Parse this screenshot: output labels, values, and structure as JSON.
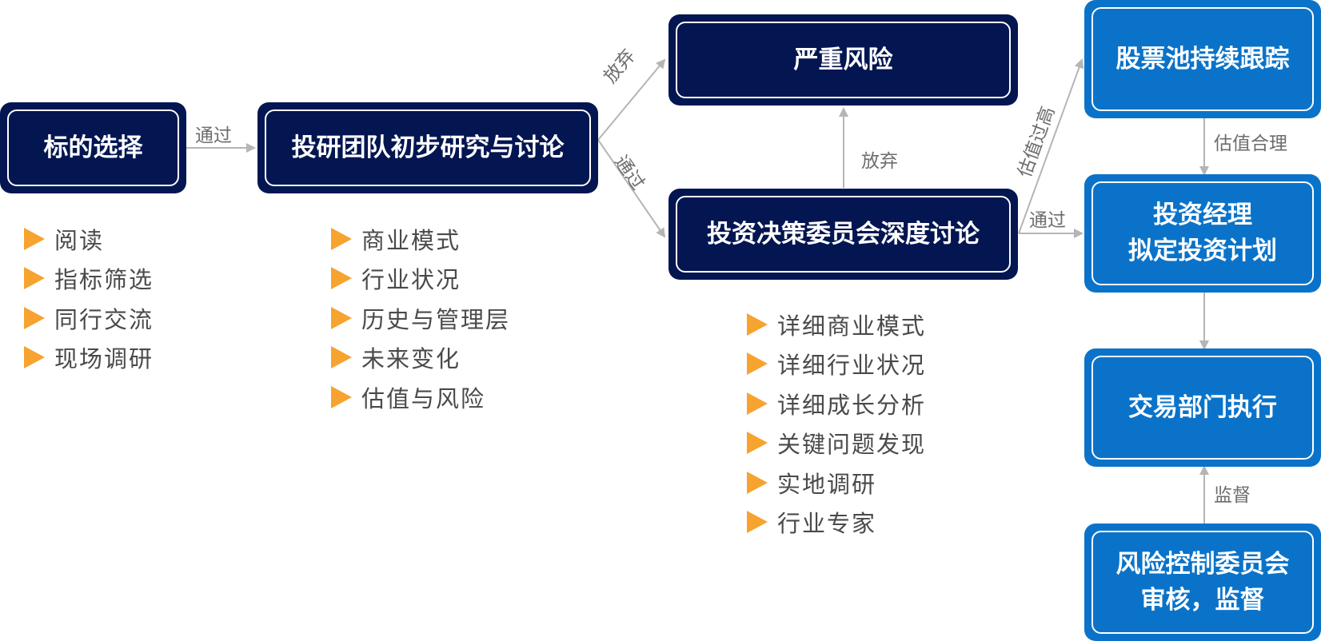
{
  "boxes": {
    "target_selection": "标的选择",
    "preliminary_research": "投研团队初步研究与讨论",
    "severe_risk": "严重风险",
    "committee_discussion": "投资决策委员会深度讨论",
    "pool_tracking": "股票池持续跟踪",
    "manager_plan_line1": "投资经理",
    "manager_plan_line2": "拟定投资计划",
    "trading_execution": "交易部门执行",
    "risk_committee_line1": "风险控制委员会",
    "risk_committee_line2": "审核，监督"
  },
  "edges": {
    "pass_1": "通过",
    "abandon_1": "放弃",
    "pass_2": "通过",
    "abandon_2": "放弃",
    "valuation_high": "估值过高",
    "pass_3": "通过",
    "valuation_reasonable": "估值合理",
    "supervise": "监督"
  },
  "lists": {
    "selection_items": [
      "阅读",
      "指标筛选",
      "同行交流",
      "现场调研"
    ],
    "research_items": [
      "商业模式",
      "行业状况",
      "历史与管理层",
      "未来变化",
      "估值与风险"
    ],
    "committee_items": [
      "详细商业模式",
      "详细行业状况",
      "详细成长分析",
      "关键问题发现",
      "实地调研",
      "行业专家"
    ]
  },
  "colors": {
    "navy_box": "#041651",
    "blue_box": "#0A73C9",
    "bullet": "#F7A32F",
    "arrow": "#b5b5b5"
  }
}
